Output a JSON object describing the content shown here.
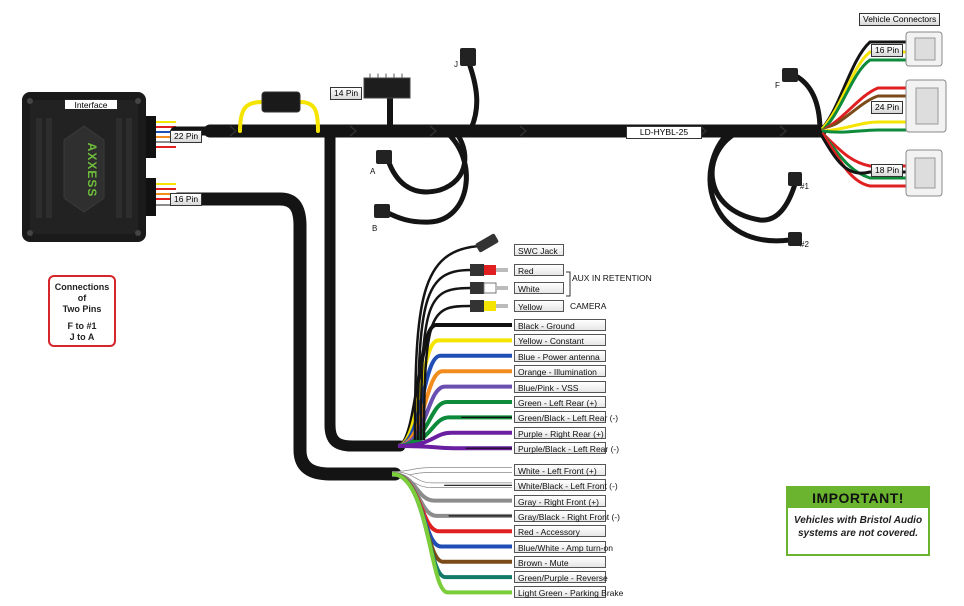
{
  "interface": {
    "title": "Interface",
    "logo": "AXXESS",
    "pin_22": "22 Pin",
    "pin_16": "16 Pin"
  },
  "harness": {
    "part_number": "LD-HYBL-25",
    "pin_14": "14 Pin"
  },
  "vehicle_connectors": {
    "title": "Vehicle Connectors",
    "pin_16": "16 Pin",
    "pin_24": "24 Pin",
    "pin_18": "18 Pin"
  },
  "connector_letters": {
    "j": "J",
    "f": "F",
    "a": "A",
    "b": "B",
    "one": "#1",
    "two": "#2"
  },
  "rca": {
    "swc": "SWC Jack",
    "red": "Red",
    "white": "White",
    "yellow": "Yellow",
    "aux_note": "AUX IN RETENTION",
    "camera_note": "CAMERA"
  },
  "wires_group1": [
    {
      "label": "Black - Ground",
      "color": "#111111"
    },
    {
      "label": "Yellow - Constant",
      "color": "#f5e400"
    },
    {
      "label": "Blue - Power antenna",
      "color": "#1f4fb5"
    },
    {
      "label": "Orange - Illumination",
      "color": "#f28c1e"
    },
    {
      "label": "Blue/Pink - VSS",
      "color": "#6a4fb0"
    },
    {
      "label": "Green - Left Rear (+)",
      "color": "#0d8a3a"
    },
    {
      "label": "Green/Black - Left Rear (-)",
      "color": "#0d8a3a"
    },
    {
      "label": "Purple - Right Rear (+)",
      "color": "#6a1fa0"
    },
    {
      "label": "Purple/Black - Left Rear (-)",
      "color": "#6a1fa0"
    }
  ],
  "wires_group2": [
    {
      "label": "White - Left Front (+)",
      "color": "#ffffff"
    },
    {
      "label": "White/Black - Left Front (-)",
      "color": "#ffffff"
    },
    {
      "label": "Gray - Right Front (+)",
      "color": "#8c8c8c"
    },
    {
      "label": "Gray/Black - Right Front (-)",
      "color": "#8c8c8c"
    },
    {
      "label": "Red - Accessory",
      "color": "#e02020"
    },
    {
      "label": "Blue/White - Amp turn-on",
      "color": "#1f4fb5"
    },
    {
      "label": "Brown - Mute",
      "color": "#7a4a18"
    },
    {
      "label": "Green/Purple - Reverse",
      "color": "#137a6a"
    },
    {
      "label": "Light Green - Parking Brake",
      "color": "#7ccd3a"
    }
  ],
  "connections": {
    "title_line1": "Connections of",
    "title_line2": "Two Pins",
    "line1": "F to #1",
    "line2": "J to A"
  },
  "important": {
    "heading": "IMPORTANT!",
    "line1": "Vehicles with Bristol Audio",
    "line2": "systems are not covered."
  }
}
